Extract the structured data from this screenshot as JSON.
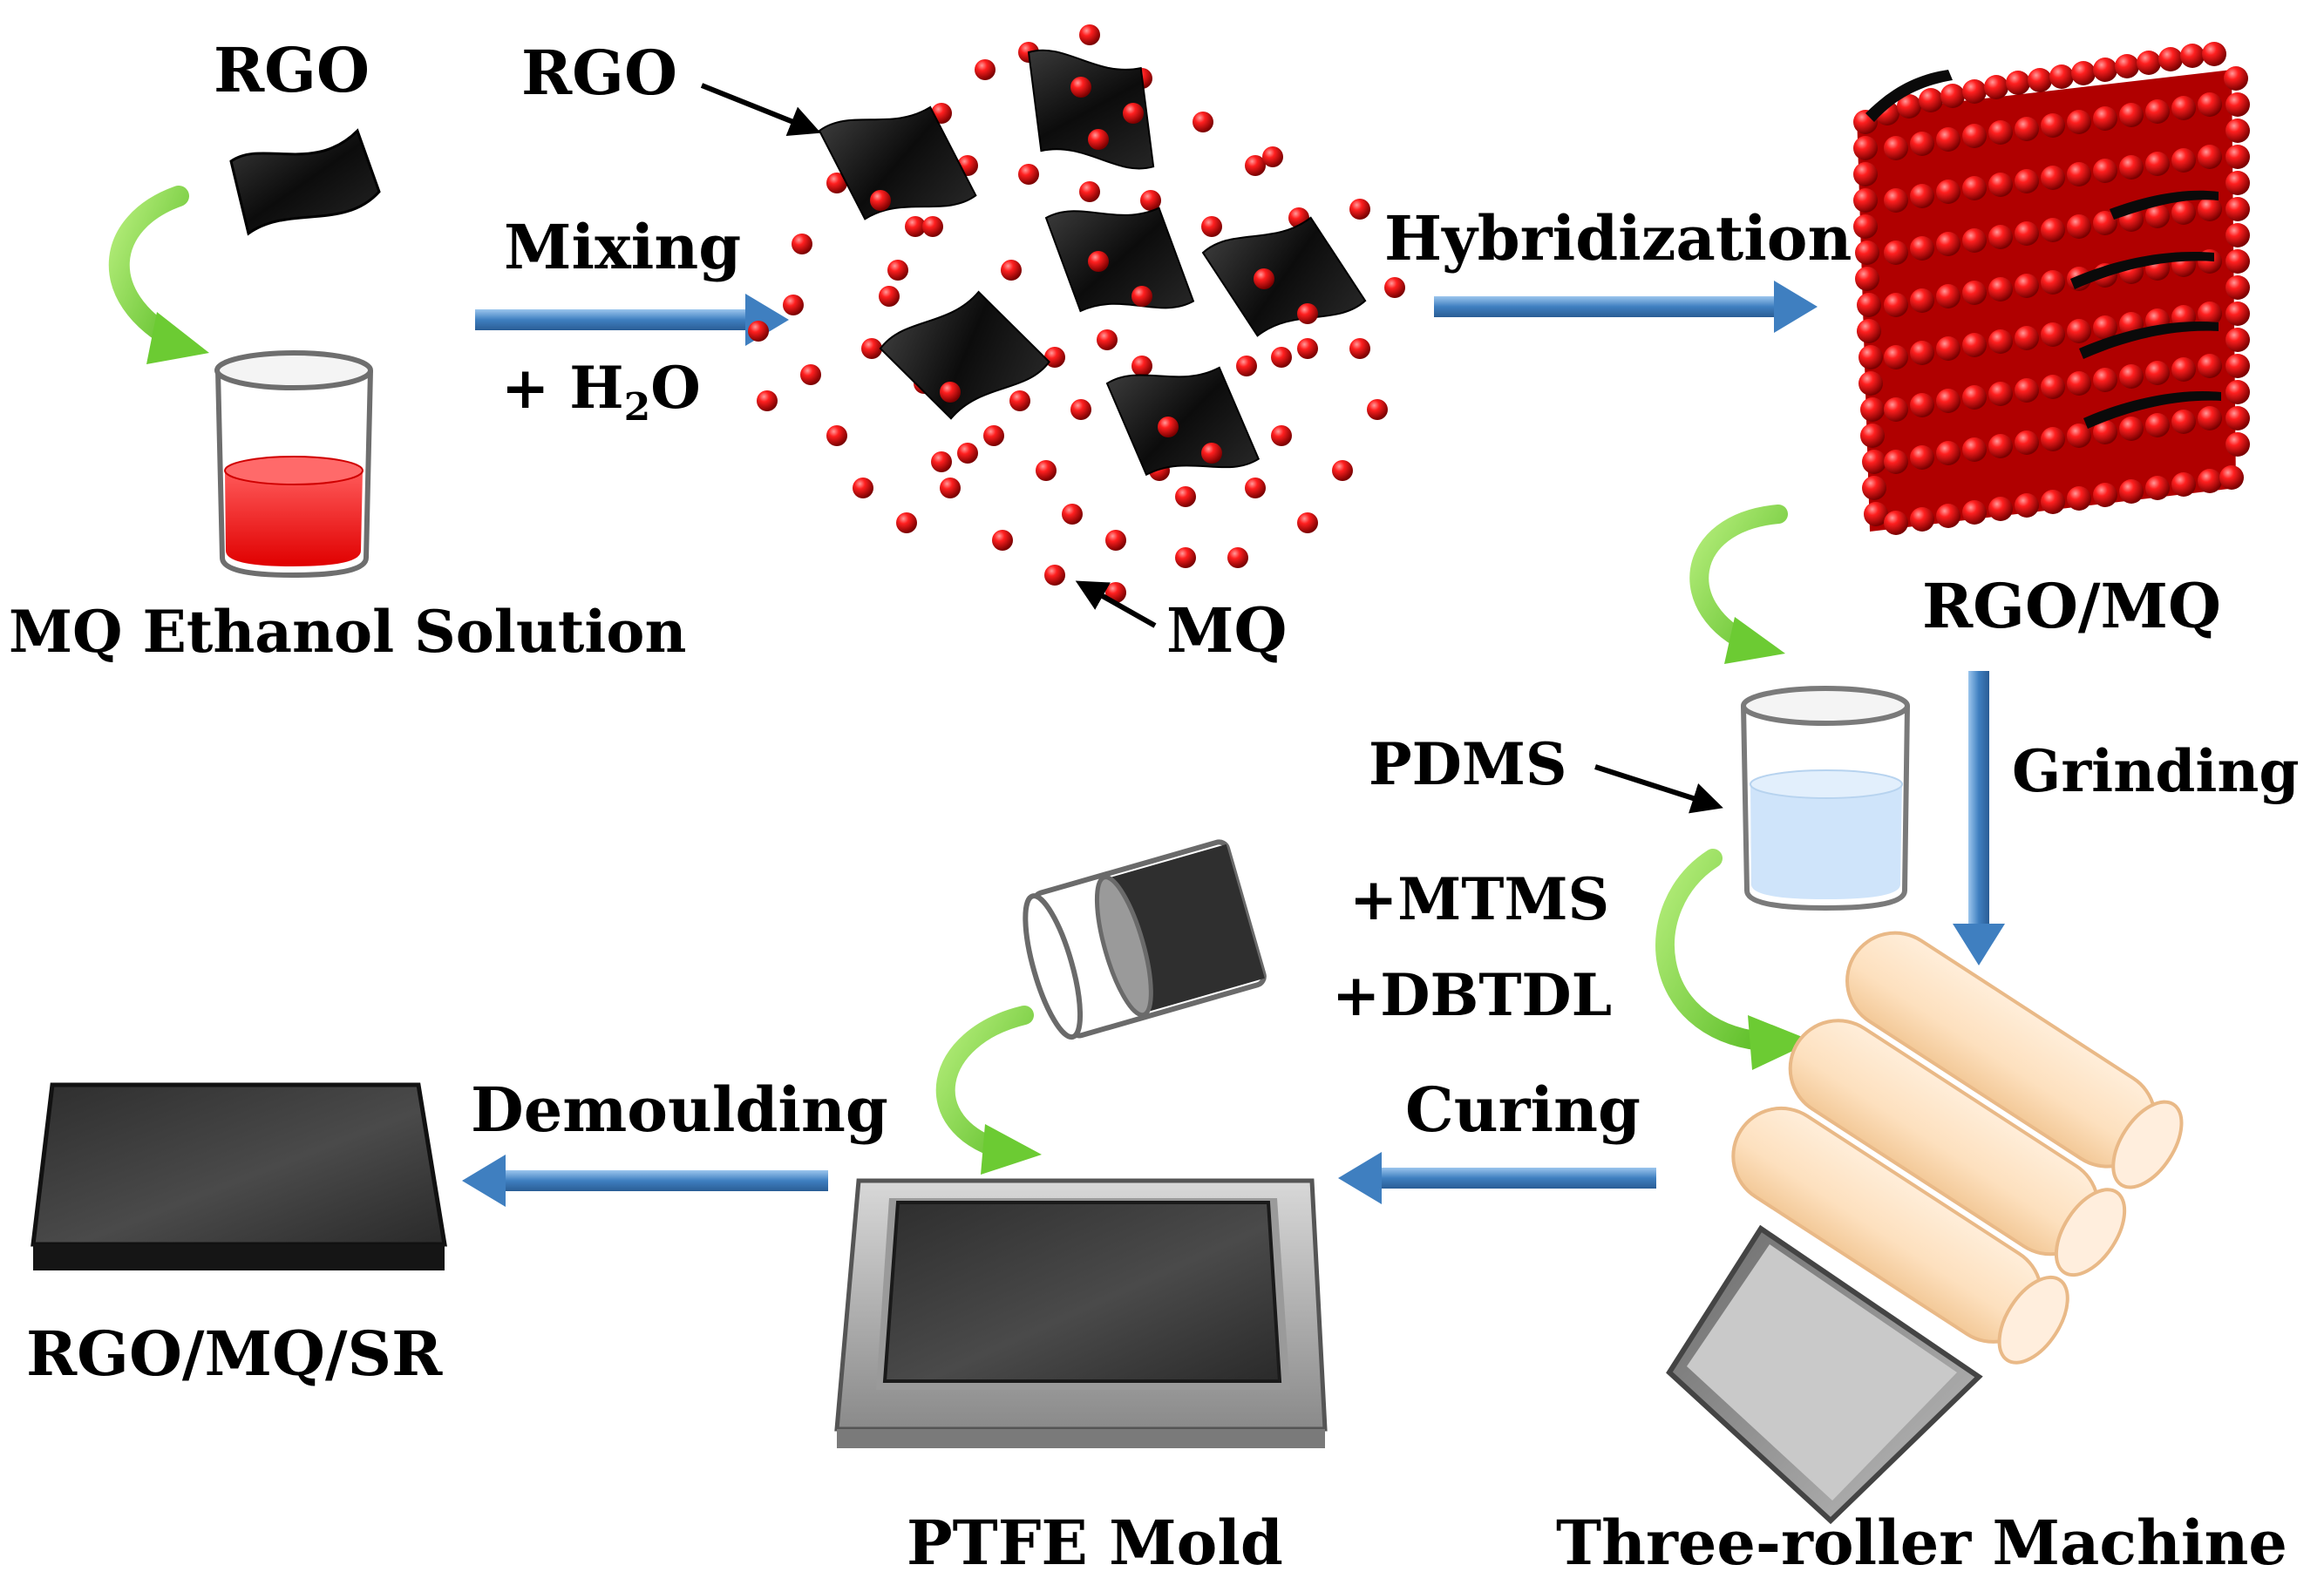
{
  "labels": {
    "rgo_top": "RGO",
    "rgo_pointer": "RGO",
    "mixing": "Mixing",
    "plus_h2o_prefix": "+ H",
    "plus_h2o_sub": "2",
    "plus_h2o_suffix": "O",
    "mq_solution": "MQ Ethanol Solution",
    "mq_pointer": "MQ",
    "hybridization": "Hybridization",
    "rgo_mq": "RGO/MQ",
    "grinding": "Grinding",
    "pdms": "PDMS",
    "mtms": "+MTMS",
    "dbtdl": "+DBTDL",
    "curing": "Curing",
    "demoulding": "Demoulding",
    "rgo_mq_sr": "RGO/MQ/SR",
    "ptfe_mold": "PTFE Mold",
    "three_roller": "Three-roller Machine"
  },
  "colors": {
    "process_arrow": "#3f7fc0",
    "curved_arrow": "#7ed23f",
    "mq_particle": "#e0141c",
    "rgo_sheet": "#111111",
    "mq_solution": "#ff1a1a",
    "pdms_liquid": "#cfe4fa",
    "roller": "#fde0be"
  }
}
